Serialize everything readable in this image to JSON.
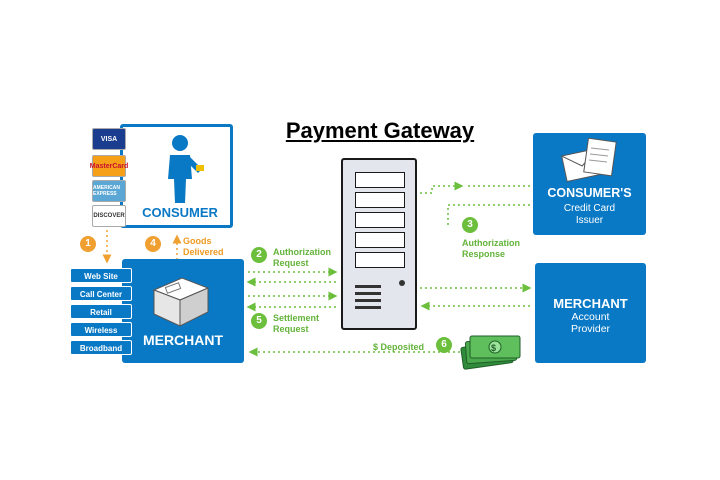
{
  "title": "Payment Gateway",
  "consumer": {
    "label": "CONSUMER"
  },
  "cards": [
    {
      "name": "VISA",
      "bg": "#1a3d8f",
      "fg": "#ffffff"
    },
    {
      "name": "MasterCard",
      "bg": "#f6a01a",
      "fg": "#c8102e"
    },
    {
      "name": "AMERICAN EXPRESS",
      "bg": "#5aa7d6",
      "fg": "#ffffff"
    },
    {
      "name": "DISCOVER",
      "bg": "#ffffff",
      "fg": "#333333"
    }
  ],
  "merchant": {
    "label": "MERCHANT"
  },
  "channels": [
    "Web Site",
    "Call Center",
    "Retail",
    "Wireless",
    "Broadband"
  ],
  "issuer": {
    "line1": "CONSUMER'S",
    "line2": "Credit Card",
    "line3": "Issuer"
  },
  "provider": {
    "line1": "MERCHANT",
    "line2": "Account",
    "line3": "Provider"
  },
  "steps": {
    "s1": {
      "num": "1"
    },
    "s2": {
      "num": "2",
      "label1": "Authorization",
      "label2": "Request"
    },
    "s3": {
      "num": "3",
      "label1": "Authorization",
      "label2": "Response"
    },
    "s4": {
      "num": "4",
      "label1": "Goods",
      "label2": "Delivered"
    },
    "s5": {
      "num": "5",
      "label1": "Settlement",
      "label2": "Request"
    },
    "s6": {
      "num": "6",
      "label1": "$ Deposited"
    }
  },
  "colors": {
    "blue": "#0a79c5",
    "green": "#6bbf3d",
    "orange": "#f0a030"
  }
}
